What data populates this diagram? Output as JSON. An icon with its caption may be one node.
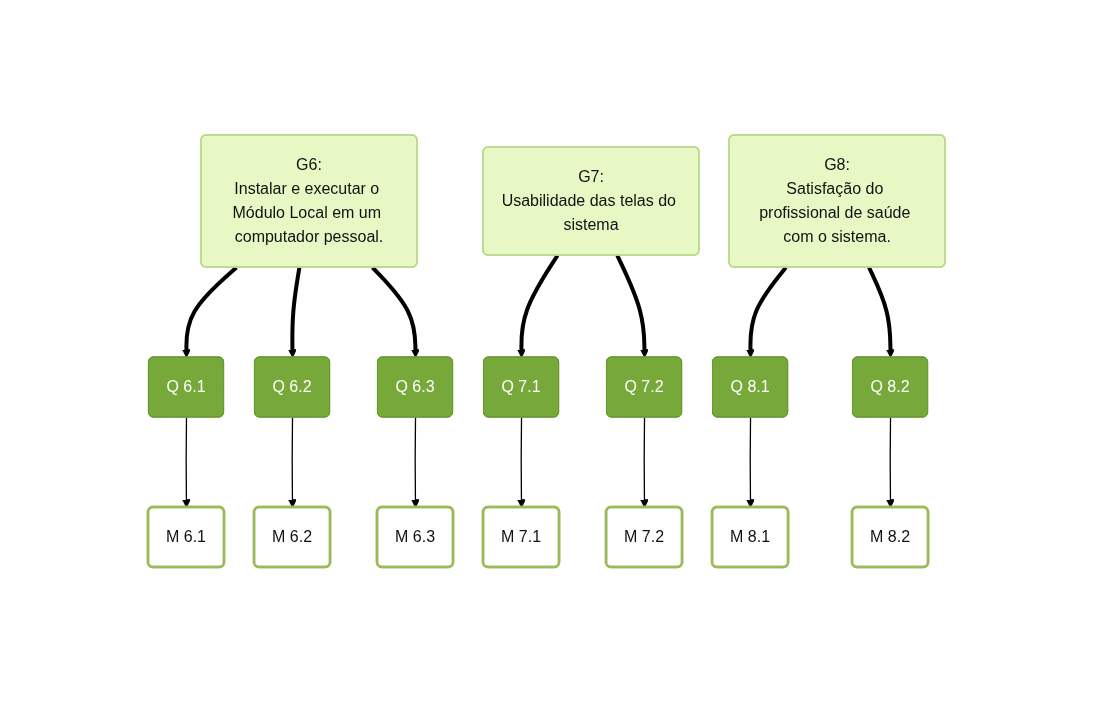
{
  "diagram": {
    "nodes": [
      {
        "text": [
          "G6:",
          "Instalar e executar o Módulo Local em um computador pessoal."
        ]
      },
      {
        "text": [
          "G7:",
          "Usabilidade das telas do sistema"
        ]
      },
      {
        "text": [
          "G8:",
          "Satisfação do profissional de saúde com o sistema."
        ]
      },
      {
        "text": [
          "Q 6.1"
        ]
      },
      {
        "text": [
          "Q 6.2"
        ]
      },
      {
        "text": [
          "Q 6.3"
        ]
      },
      {
        "text": [
          "Q 7.1"
        ]
      },
      {
        "text": [
          "Q 7.2"
        ]
      },
      {
        "text": [
          "Q 8.1"
        ]
      },
      {
        "text": [
          "Q 8.2"
        ]
      },
      {
        "text": [
          "M 6.1"
        ]
      },
      {
        "text": [
          "M 6.2"
        ]
      },
      {
        "text": [
          "M 6.3"
        ]
      },
      {
        "text": [
          "M 7.1"
        ]
      },
      {
        "text": [
          "M 7.2"
        ]
      },
      {
        "text": [
          "M 8.1"
        ]
      },
      {
        "text": [
          "M 8.2"
        ]
      }
    ],
    "edges": [
      {
        "from": 0,
        "to": 3,
        "arrow": "to",
        "style": "thick"
      },
      {
        "from": 0,
        "to": 4,
        "arrow": "to",
        "style": "thick"
      },
      {
        "from": 0,
        "to": 5,
        "arrow": "to",
        "style": "thick"
      },
      {
        "from": 1,
        "to": 6,
        "arrow": "to",
        "style": "thick"
      },
      {
        "from": 1,
        "to": 7,
        "arrow": "to",
        "style": "thick"
      },
      {
        "from": 2,
        "to": 8,
        "arrow": "to",
        "style": "thick"
      },
      {
        "from": 2,
        "to": 9,
        "arrow": "to",
        "style": "thick"
      },
      {
        "from": 3,
        "to": 10,
        "arrow": "to"
      },
      {
        "from": 4,
        "to": 11,
        "arrow": "to"
      },
      {
        "from": 5,
        "to": 12,
        "arrow": "to"
      },
      {
        "from": 6,
        "to": 13,
        "arrow": "to"
      },
      {
        "from": 7,
        "to": 14,
        "arrow": "to"
      },
      {
        "from": 8,
        "to": 15,
        "arrow": "to"
      },
      {
        "from": 9,
        "to": 16,
        "arrow": "to"
      }
    ]
  }
}
